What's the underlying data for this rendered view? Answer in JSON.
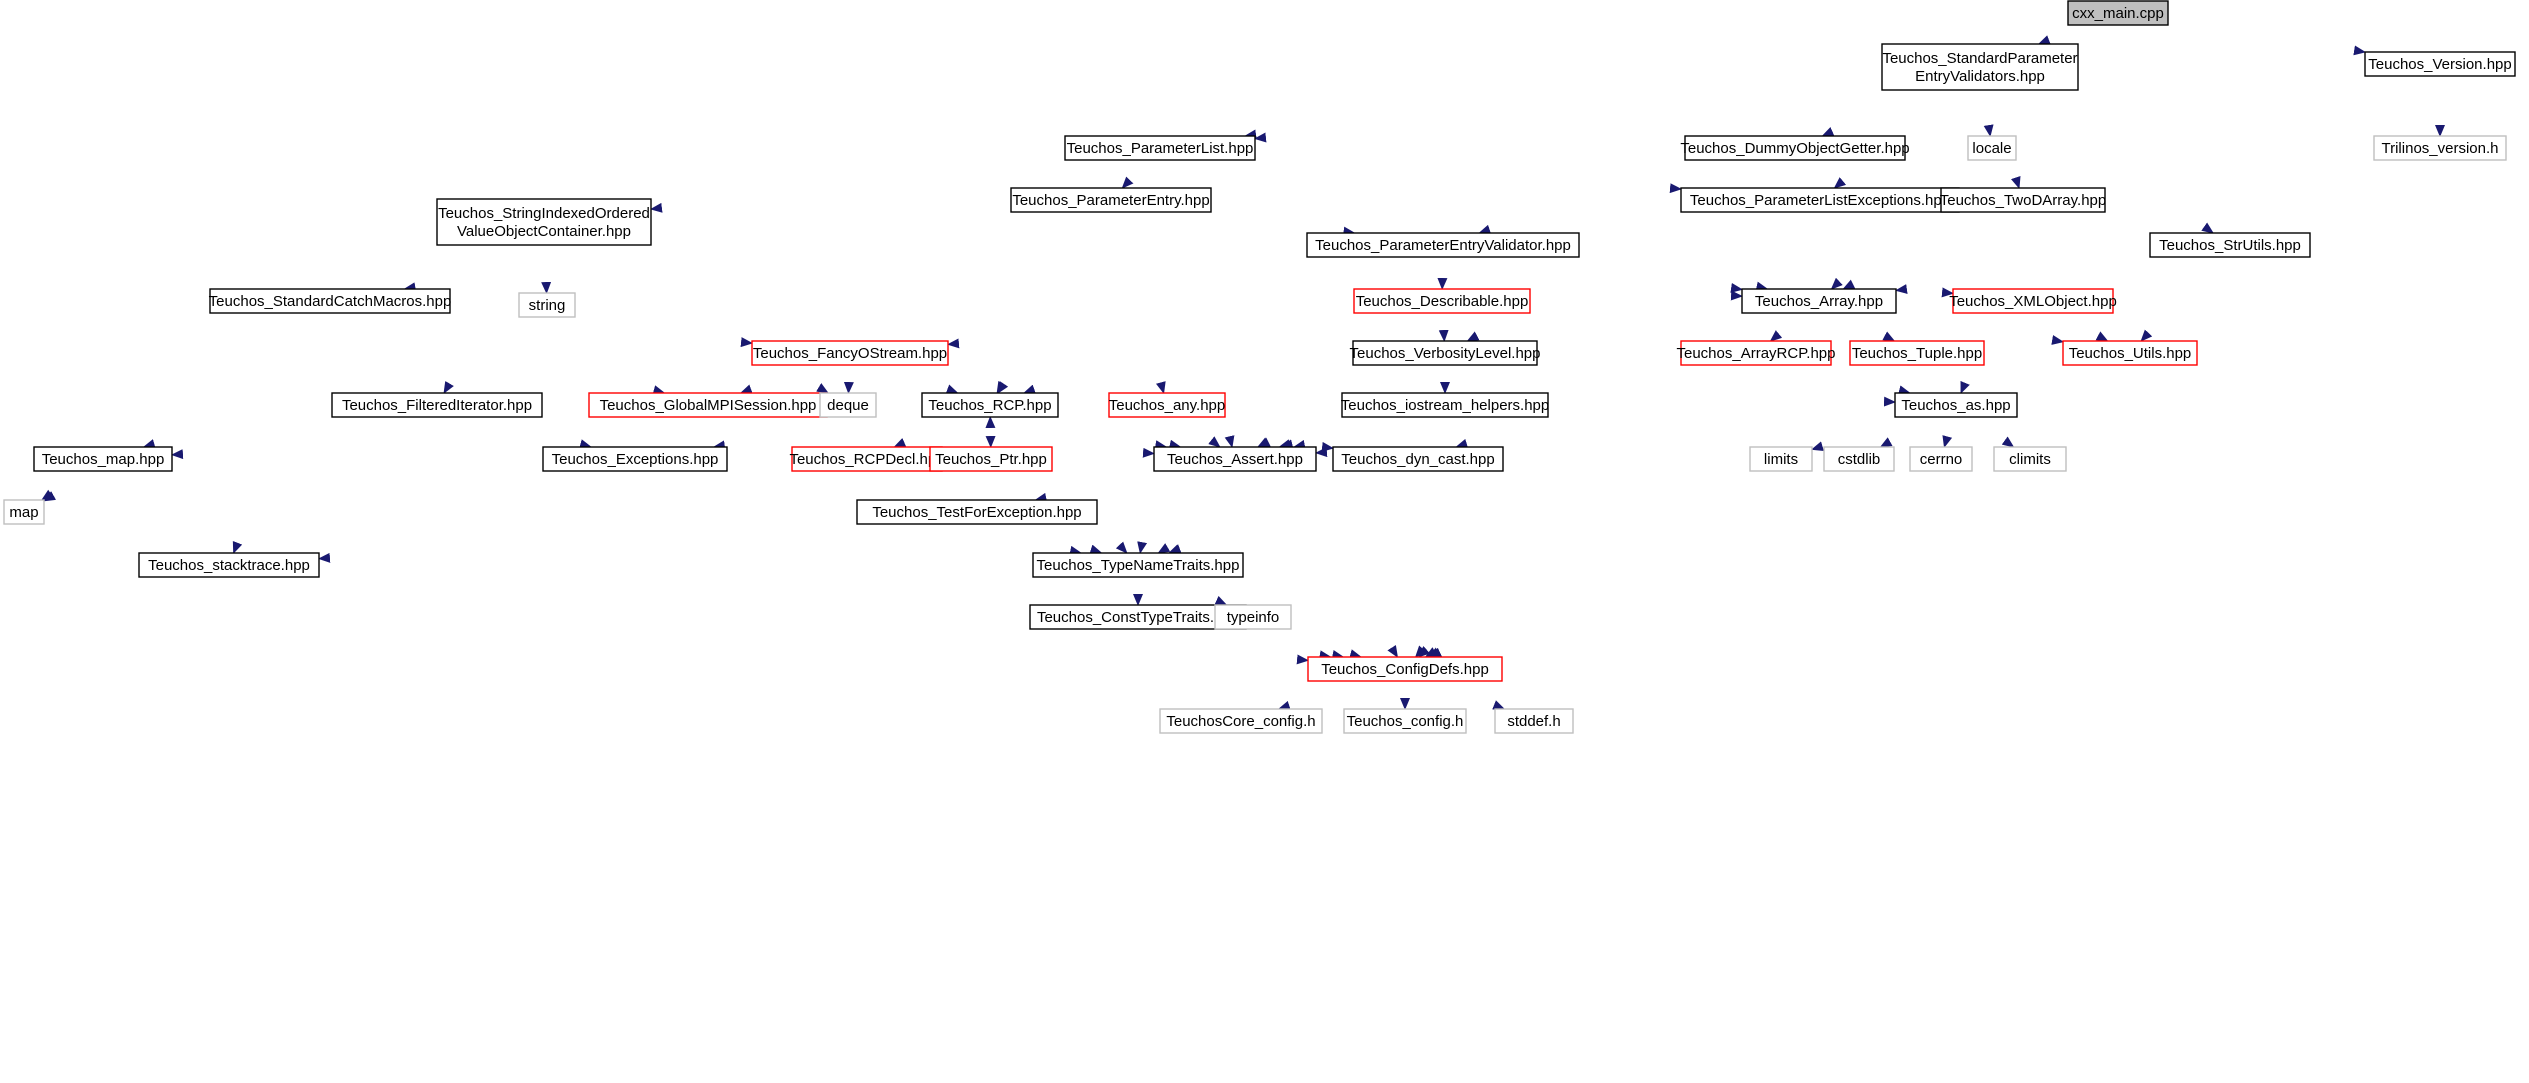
{
  "colors": {
    "edge": "#191970",
    "root_fill": "#bfbfbf",
    "documented_border": "#000000",
    "undocumented_border": "#ff0000",
    "system_border": "#bfbfbf",
    "system_text": "#7f7f7f"
  },
  "nodes": [
    {
      "id": "cxx_main",
      "label": "cxx_main.cpp",
      "kind": "root"
    },
    {
      "id": "spev",
      "label": [
        "Teuchos_StandardParameter",
        "EntryValidators.hpp"
      ],
      "kind": "doc"
    },
    {
      "id": "version",
      "label": "Teuchos_Version.hpp",
      "kind": "doc"
    },
    {
      "id": "plist",
      "label": "Teuchos_ParameterList.hpp",
      "kind": "doc"
    },
    {
      "id": "dummy",
      "label": "Teuchos_DummyObjectGetter.hpp",
      "kind": "doc"
    },
    {
      "id": "locale",
      "label": "locale",
      "kind": "sys"
    },
    {
      "id": "trilinos_ver",
      "label": "Trilinos_version.h",
      "kind": "sys"
    },
    {
      "id": "pentry",
      "label": "Teuchos_ParameterEntry.hpp",
      "kind": "doc"
    },
    {
      "id": "plistexc",
      "label": "Teuchos_ParameterListExceptions.hpp",
      "kind": "doc"
    },
    {
      "id": "twod",
      "label": "Teuchos_TwoDArray.hpp",
      "kind": "doc"
    },
    {
      "id": "sioc",
      "label": [
        "Teuchos_StringIndexedOrdered",
        "ValueObjectContainer.hpp"
      ],
      "kind": "doc"
    },
    {
      "id": "pev",
      "label": "Teuchos_ParameterEntryValidator.hpp",
      "kind": "doc"
    },
    {
      "id": "strutils",
      "label": "Teuchos_StrUtils.hpp",
      "kind": "doc"
    },
    {
      "id": "string",
      "label": "string",
      "kind": "sys"
    },
    {
      "id": "scm",
      "label": "Teuchos_StandardCatchMacros.hpp",
      "kind": "doc"
    },
    {
      "id": "describable",
      "label": "Teuchos_Describable.hpp",
      "kind": "undoc"
    },
    {
      "id": "array",
      "label": "Teuchos_Array.hpp",
      "kind": "doc"
    },
    {
      "id": "xmlobj",
      "label": "Teuchos_XMLObject.hpp",
      "kind": "undoc"
    },
    {
      "id": "fancy",
      "label": "Teuchos_FancyOStream.hpp",
      "kind": "undoc"
    },
    {
      "id": "verb",
      "label": "Teuchos_VerbosityLevel.hpp",
      "kind": "doc"
    },
    {
      "id": "arrayrcp",
      "label": "Teuchos_ArrayRCP.hpp",
      "kind": "undoc"
    },
    {
      "id": "tuple",
      "label": "Teuchos_Tuple.hpp",
      "kind": "undoc"
    },
    {
      "id": "utils",
      "label": "Teuchos_Utils.hpp",
      "kind": "undoc"
    },
    {
      "id": "gmpi",
      "label": "Teuchos_GlobalMPISession.hpp",
      "kind": "undoc"
    },
    {
      "id": "deque",
      "label": "deque",
      "kind": "sys"
    },
    {
      "id": "filtered",
      "label": "Teuchos_FilteredIterator.hpp",
      "kind": "doc"
    },
    {
      "id": "rcp",
      "label": "Teuchos_RCP.hpp",
      "kind": "doc"
    },
    {
      "id": "any",
      "label": "Teuchos_any.hpp",
      "kind": "undoc"
    },
    {
      "id": "iostream",
      "label": "Teuchos_iostream_helpers.hpp",
      "kind": "doc"
    },
    {
      "id": "as",
      "label": "Teuchos_as.hpp",
      "kind": "doc"
    },
    {
      "id": "map",
      "label": "Teuchos_map.hpp",
      "kind": "doc"
    },
    {
      "id": "exceptions",
      "label": "Teuchos_Exceptions.hpp",
      "kind": "doc"
    },
    {
      "id": "rcpdecl",
      "label": "Teuchos_RCPDecl.hpp",
      "kind": "undoc"
    },
    {
      "id": "ptr",
      "label": "Teuchos_Ptr.hpp",
      "kind": "undoc"
    },
    {
      "id": "assert",
      "label": "Teuchos_Assert.hpp",
      "kind": "doc"
    },
    {
      "id": "dyncast",
      "label": "Teuchos_dyn_cast.hpp",
      "kind": "doc"
    },
    {
      "id": "limits",
      "label": "limits",
      "kind": "sys"
    },
    {
      "id": "cstdlib",
      "label": "cstdlib",
      "kind": "sys"
    },
    {
      "id": "cerrno",
      "label": "cerrno",
      "kind": "sys"
    },
    {
      "id": "climits",
      "label": "climits",
      "kind": "sys"
    },
    {
      "id": "mapstd",
      "label": "map",
      "kind": "sys"
    },
    {
      "id": "tfe",
      "label": "Teuchos_TestForException.hpp",
      "kind": "doc"
    },
    {
      "id": "stacktrace",
      "label": "Teuchos_stacktrace.hpp",
      "kind": "doc"
    },
    {
      "id": "tnt",
      "label": "Teuchos_TypeNameTraits.hpp",
      "kind": "doc"
    },
    {
      "id": "ctt",
      "label": "Teuchos_ConstTypeTraits.hpp",
      "kind": "doc"
    },
    {
      "id": "typeinfo",
      "label": "typeinfo",
      "kind": "sys"
    },
    {
      "id": "configdefs",
      "label": "Teuchos_ConfigDefs.hpp",
      "kind": "undoc"
    },
    {
      "id": "corecfg",
      "label": "TeuchosCore_config.h",
      "kind": "sys"
    },
    {
      "id": "tcfg",
      "label": "Teuchos_config.h",
      "kind": "sys"
    },
    {
      "id": "stddef",
      "label": "stddef.h",
      "kind": "sys"
    }
  ],
  "edges": [
    [
      "cxx_main",
      "spev"
    ],
    [
      "cxx_main",
      "version"
    ],
    [
      "cxx_main",
      "plist"
    ],
    [
      "cxx_main",
      "scm"
    ],
    [
      "cxx_main",
      "array"
    ],
    [
      "cxx_main",
      "as"
    ],
    [
      "spev",
      "plist"
    ],
    [
      "spev",
      "dummy"
    ],
    [
      "spev",
      "locale"
    ],
    [
      "spev",
      "plistexc"
    ],
    [
      "spev",
      "twod"
    ],
    [
      "spev",
      "pev"
    ],
    [
      "spev",
      "strutils"
    ],
    [
      "spev",
      "verb"
    ],
    [
      "spev",
      "assert"
    ],
    [
      "spev",
      "tnt"
    ],
    [
      "version",
      "trilinos_ver"
    ],
    [
      "version",
      "configdefs"
    ],
    [
      "plist",
      "pentry"
    ],
    [
      "plist",
      "plistexc"
    ],
    [
      "plist",
      "sioc"
    ],
    [
      "plist",
      "rcp"
    ],
    [
      "plist",
      "assert"
    ],
    [
      "plist",
      "array"
    ],
    [
      "plist",
      "map"
    ],
    [
      "pentry",
      "pev"
    ],
    [
      "pentry",
      "rcp"
    ],
    [
      "pentry",
      "any"
    ],
    [
      "pentry",
      "configdefs"
    ],
    [
      "plistexc",
      "configdefs"
    ],
    [
      "twod",
      "array"
    ],
    [
      "sioc",
      "string"
    ],
    [
      "sioc",
      "deque"
    ],
    [
      "sioc",
      "filtered"
    ],
    [
      "sioc",
      "array"
    ],
    [
      "sioc",
      "mapstd"
    ],
    [
      "pev",
      "describable"
    ],
    [
      "pev",
      "array"
    ],
    [
      "pev",
      "xmlobj"
    ],
    [
      "pev",
      "rcp"
    ],
    [
      "strutils",
      "array"
    ],
    [
      "strutils",
      "utils"
    ],
    [
      "strutils",
      "configdefs"
    ],
    [
      "scm",
      "fancy"
    ],
    [
      "scm",
      "gmpi"
    ],
    [
      "scm",
      "stacktrace"
    ],
    [
      "scm",
      "tnt"
    ],
    [
      "scm",
      "assert"
    ],
    [
      "describable",
      "fancy"
    ],
    [
      "describable",
      "verb"
    ],
    [
      "array",
      "arrayrcp"
    ],
    [
      "array",
      "tuple"
    ],
    [
      "array",
      "utils"
    ],
    [
      "array",
      "assert"
    ],
    [
      "array",
      "configdefs"
    ],
    [
      "array",
      "tnt"
    ],
    [
      "xmlobj",
      "utils"
    ],
    [
      "fancy",
      "gmpi"
    ],
    [
      "fancy",
      "deque"
    ],
    [
      "fancy",
      "rcp"
    ],
    [
      "fancy",
      "as"
    ],
    [
      "verb",
      "iostream"
    ],
    [
      "verb",
      "assert"
    ],
    [
      "arrayrcp",
      "as"
    ],
    [
      "arrayrcp",
      "assert"
    ],
    [
      "arrayrcp",
      "dyncast"
    ],
    [
      "filtered",
      "exceptions"
    ],
    [
      "filtered",
      "assert"
    ],
    [
      "rcp",
      "map"
    ],
    [
      "rcp",
      "exceptions"
    ],
    [
      "rcp",
      "rcpdecl"
    ],
    [
      "rcp",
      "ptr"
    ],
    [
      "rcp",
      "assert"
    ],
    [
      "rcp",
      "dyncast"
    ],
    [
      "rcp",
      "tnt"
    ],
    [
      "ptr",
      "rcp"
    ],
    [
      "any",
      "assert"
    ],
    [
      "any",
      "tnt"
    ],
    [
      "iostream",
      "assert"
    ],
    [
      "as",
      "assert"
    ],
    [
      "as",
      "limits"
    ],
    [
      "as",
      "cstdlib"
    ],
    [
      "as",
      "cerrno"
    ],
    [
      "as",
      "climits"
    ],
    [
      "as",
      "configdefs"
    ],
    [
      "map",
      "mapstd"
    ],
    [
      "map",
      "configdefs"
    ],
    [
      "exceptions",
      "tnt"
    ],
    [
      "exceptions",
      "configdefs"
    ],
    [
      "assert",
      "tfe"
    ],
    [
      "dyncast",
      "tnt"
    ],
    [
      "tfe",
      "tnt"
    ],
    [
      "tfe",
      "stacktrace"
    ],
    [
      "stacktrace",
      "configdefs"
    ],
    [
      "tnt",
      "ctt"
    ],
    [
      "tnt",
      "typeinfo"
    ],
    [
      "ctt",
      "configdefs"
    ],
    [
      "configdefs",
      "corecfg"
    ],
    [
      "configdefs",
      "tcfg"
    ],
    [
      "configdefs",
      "stddef"
    ]
  ]
}
